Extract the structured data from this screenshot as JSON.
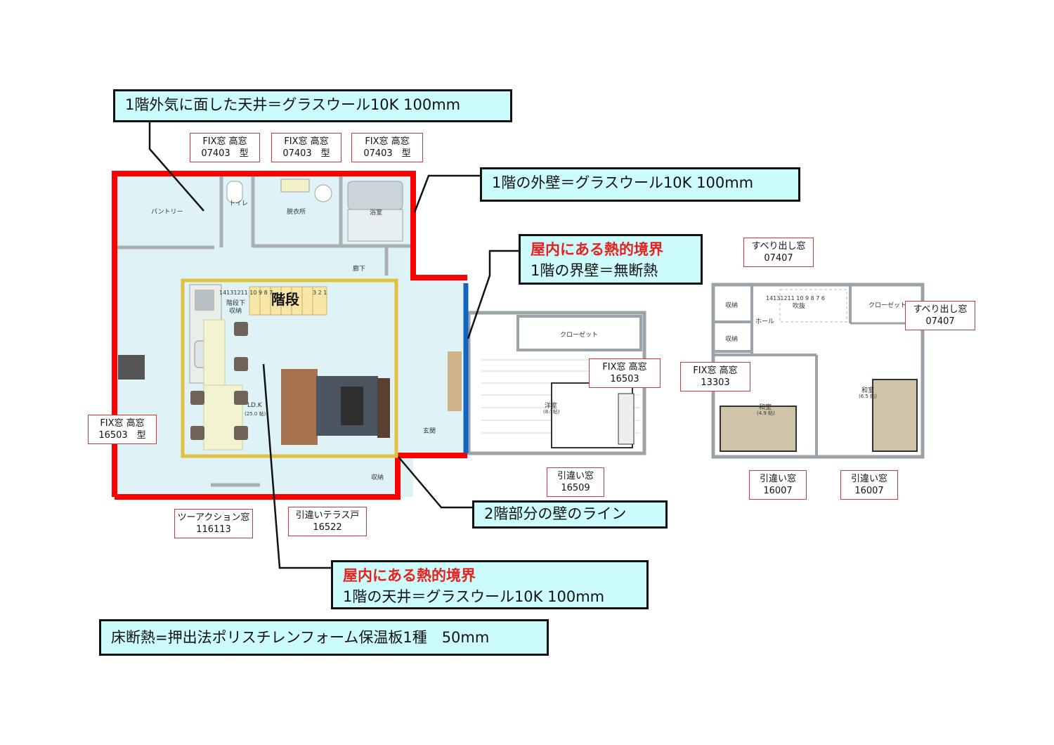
{
  "callouts": {
    "ceiling_exterior": "1階外気に面した天井＝グラスウール10K 100mm",
    "exterior_wall": "1階の外壁＝グラスウール10K 100mm",
    "partition_title": "屋内にある熱的境界",
    "partition_body": "1階の界壁＝無断熱",
    "upper_wall_line": "2階部分の壁のライン",
    "ceiling_title": "屋内にある熱的境界",
    "ceiling_body": "1階の天井＝グラスウール10K 100mm",
    "floor": "床断熱=押出法ポリスチレンフォーム保温板1種　50mm"
  },
  "window_tags": {
    "fix_top_1": [
      "FIX窓 高窓",
      "07403　型"
    ],
    "fix_top_2": [
      "FIX窓 高窓",
      "07403　型"
    ],
    "fix_top_3": [
      "FIX窓 高窓",
      "07403　型"
    ],
    "fix_left": [
      "FIX窓 高窓",
      "16503　型"
    ],
    "two_action": [
      "ツーアクション窓",
      "116113"
    ],
    "terrace": [
      "引違いテラス戸",
      "16522"
    ],
    "fix_2f_west": [
      "FIX窓 高窓",
      "16503"
    ],
    "slide_2f_west": [
      "引違い窓",
      "16509"
    ],
    "suberi_top": [
      "すべり出し窓",
      "07407"
    ],
    "suberi_right": [
      "すべり出し窓",
      "07407"
    ],
    "fix_2f_east": [
      "FIX窓 高窓",
      "13303"
    ],
    "slide_2f_east_1": [
      "引違い窓",
      "16007"
    ],
    "slide_2f_east_2": [
      "引違い窓",
      "16007"
    ]
  },
  "rooms": {
    "pantry": "パントリー",
    "toilet": "トイレ",
    "dressing": "脱衣所",
    "bath": "浴室",
    "corridor": "廊下",
    "stairs": "階段",
    "under_stairs": "階段下",
    "storage": "収納",
    "ldk": "LD.K",
    "ldk_size": "(25.0 帖)",
    "entrance": "玄関",
    "entrance_storage": "収納",
    "stair_numbers": "14131211 10 9 8 7",
    "stair_numbers_2": "3 2 1",
    "w_closet": "クローゼット",
    "w_western": "洋室",
    "w_western_size": "(8.7帖)",
    "e_storage_1": "収納",
    "e_storage_2": "収納",
    "e_hall": "ホール",
    "e_fukinuke": "吹抜",
    "e_stair_numbers": "14131211 10 9 8 7 6",
    "e_closet": "クローゼット",
    "e_washitsu_1": "和室",
    "e_washitsu_1_size": "(4.9 帖)",
    "e_washitsu_2": "和室",
    "e_washitsu_2_size": "(6.5 帖)"
  },
  "colors": {
    "exterior_insulation": "#ff0000",
    "interior_boundary": "#1565c0",
    "upper_wall_outline": "#e0c040",
    "callout_fill": "#ccfbfb",
    "floor_fill": "#dff3f6"
  }
}
